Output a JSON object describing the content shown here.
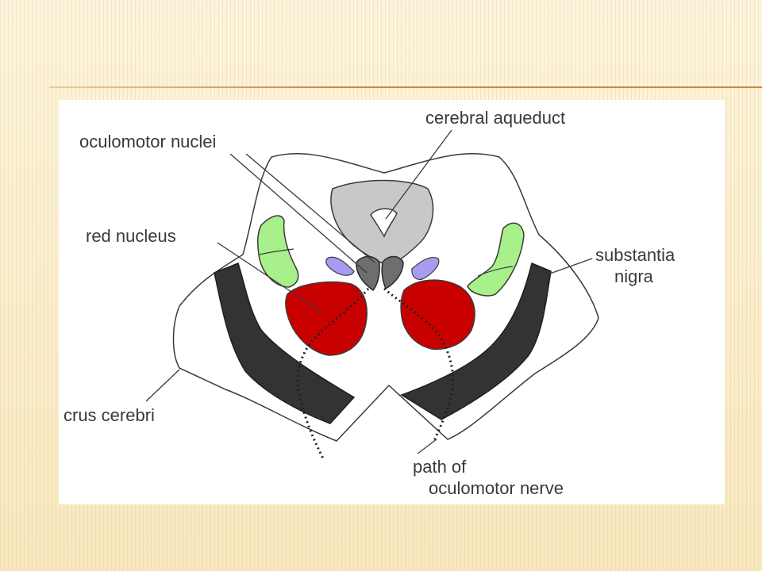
{
  "labels": {
    "cerebral_aqueduct": "cerebral aqueduct",
    "oculomotor_nuclei": "oculomotor nuclei",
    "red_nucleus": "red nucleus",
    "substantia_nigra_line1": "substantia",
    "substantia_nigra_line2": "nigra",
    "crus_cerebri": "crus cerebri",
    "path_line1": "path of",
    "path_line2": "oculomotor nerve"
  },
  "colors": {
    "background": "#fbf1d2",
    "accent_rule": "#c98a3c",
    "red_nucleus": "#c80000",
    "substantia_nigra": "#a8f08a",
    "oculomotor_nuclei": "#a89cf0",
    "crus_cerebri": "#333333",
    "periaqueductal_gray": "#c8c8c8"
  }
}
